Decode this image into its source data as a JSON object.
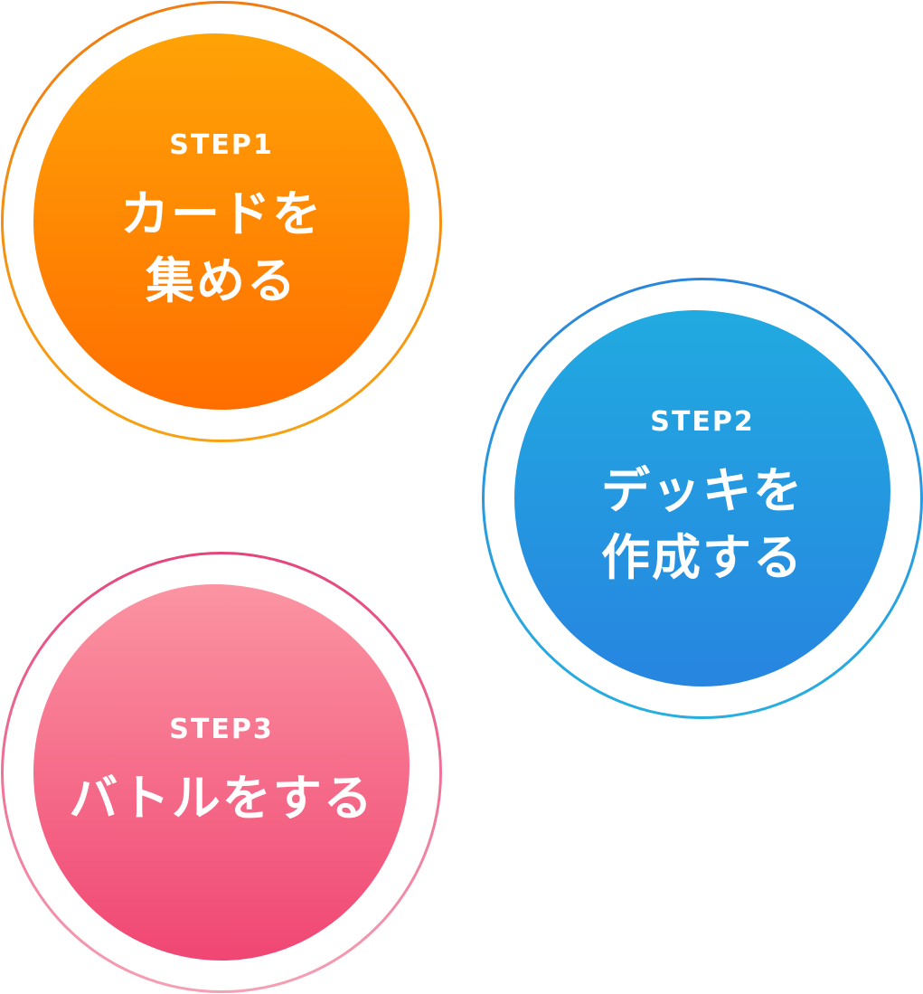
{
  "steps": [
    {
      "label": "STEP1",
      "title_lines": [
        "カードを",
        "集める"
      ],
      "colors": {
        "ring_top": "#f07c12",
        "ring_bottom": "#f6a213",
        "fill_top": "#ffa306",
        "fill_bottom": "#ff6e00"
      }
    },
    {
      "label": "STEP2",
      "title_lines": [
        "デッキを",
        "作成する"
      ],
      "colors": {
        "ring_top": "#2a86dc",
        "ring_bottom": "#27aee0",
        "fill_top": "#21aae0",
        "fill_bottom": "#2785e0"
      }
    },
    {
      "label": "STEP3",
      "title_lines": [
        "バトルをする"
      ],
      "colors": {
        "ring_top": "#e5457a",
        "ring_bottom": "#f5a0b4",
        "fill_top": "#fb94a2",
        "fill_bottom": "#f04673"
      }
    }
  ]
}
